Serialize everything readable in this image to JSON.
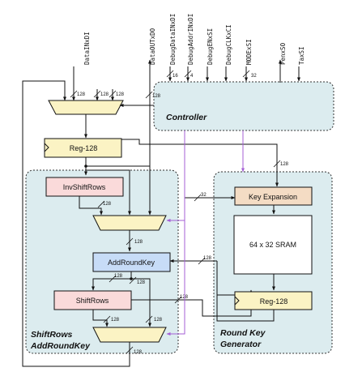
{
  "top_signals": {
    "data_in": "DataINxDI",
    "data_out": "DataOUTxDO",
    "debug_data_in": "DebugDataINxDI",
    "debug_addr_in": "DebugAddrINxDI",
    "debug_en": "DebugENxSI",
    "debug_clk": "DebugCLKxCI",
    "mode": "MODExSI",
    "pen": "PenxSO",
    "tax": "TaxSI"
  },
  "bus_widths": {
    "w128": "128",
    "w16": "16",
    "w4": "4",
    "w32": "32"
  },
  "controller": {
    "label": "Controller"
  },
  "datapath": {
    "reg": "Reg-128",
    "inv_shift_rows": "InvShiftRows",
    "add_round_key": "AddRoundKey",
    "shift_rows": "ShiftRows",
    "section_line1": "ShiftRows",
    "section_line2": "AddRoundKey"
  },
  "key_gen": {
    "key_expansion": "Key Expansion",
    "sram": "64 x 32 SRAM",
    "reg": "Reg-128",
    "section_line1": "Round Key",
    "section_line2": "Generator"
  },
  "colors": {
    "panel_fill": "#dcecef",
    "mux_fill": "#fbf3c4",
    "reg_fill": "#fbf3c4",
    "inv_fill": "#fadada",
    "arc_fill": "#c7dcf7",
    "key_fill": "#f4dcc4",
    "ctrl_wire": "#a45fd6"
  }
}
